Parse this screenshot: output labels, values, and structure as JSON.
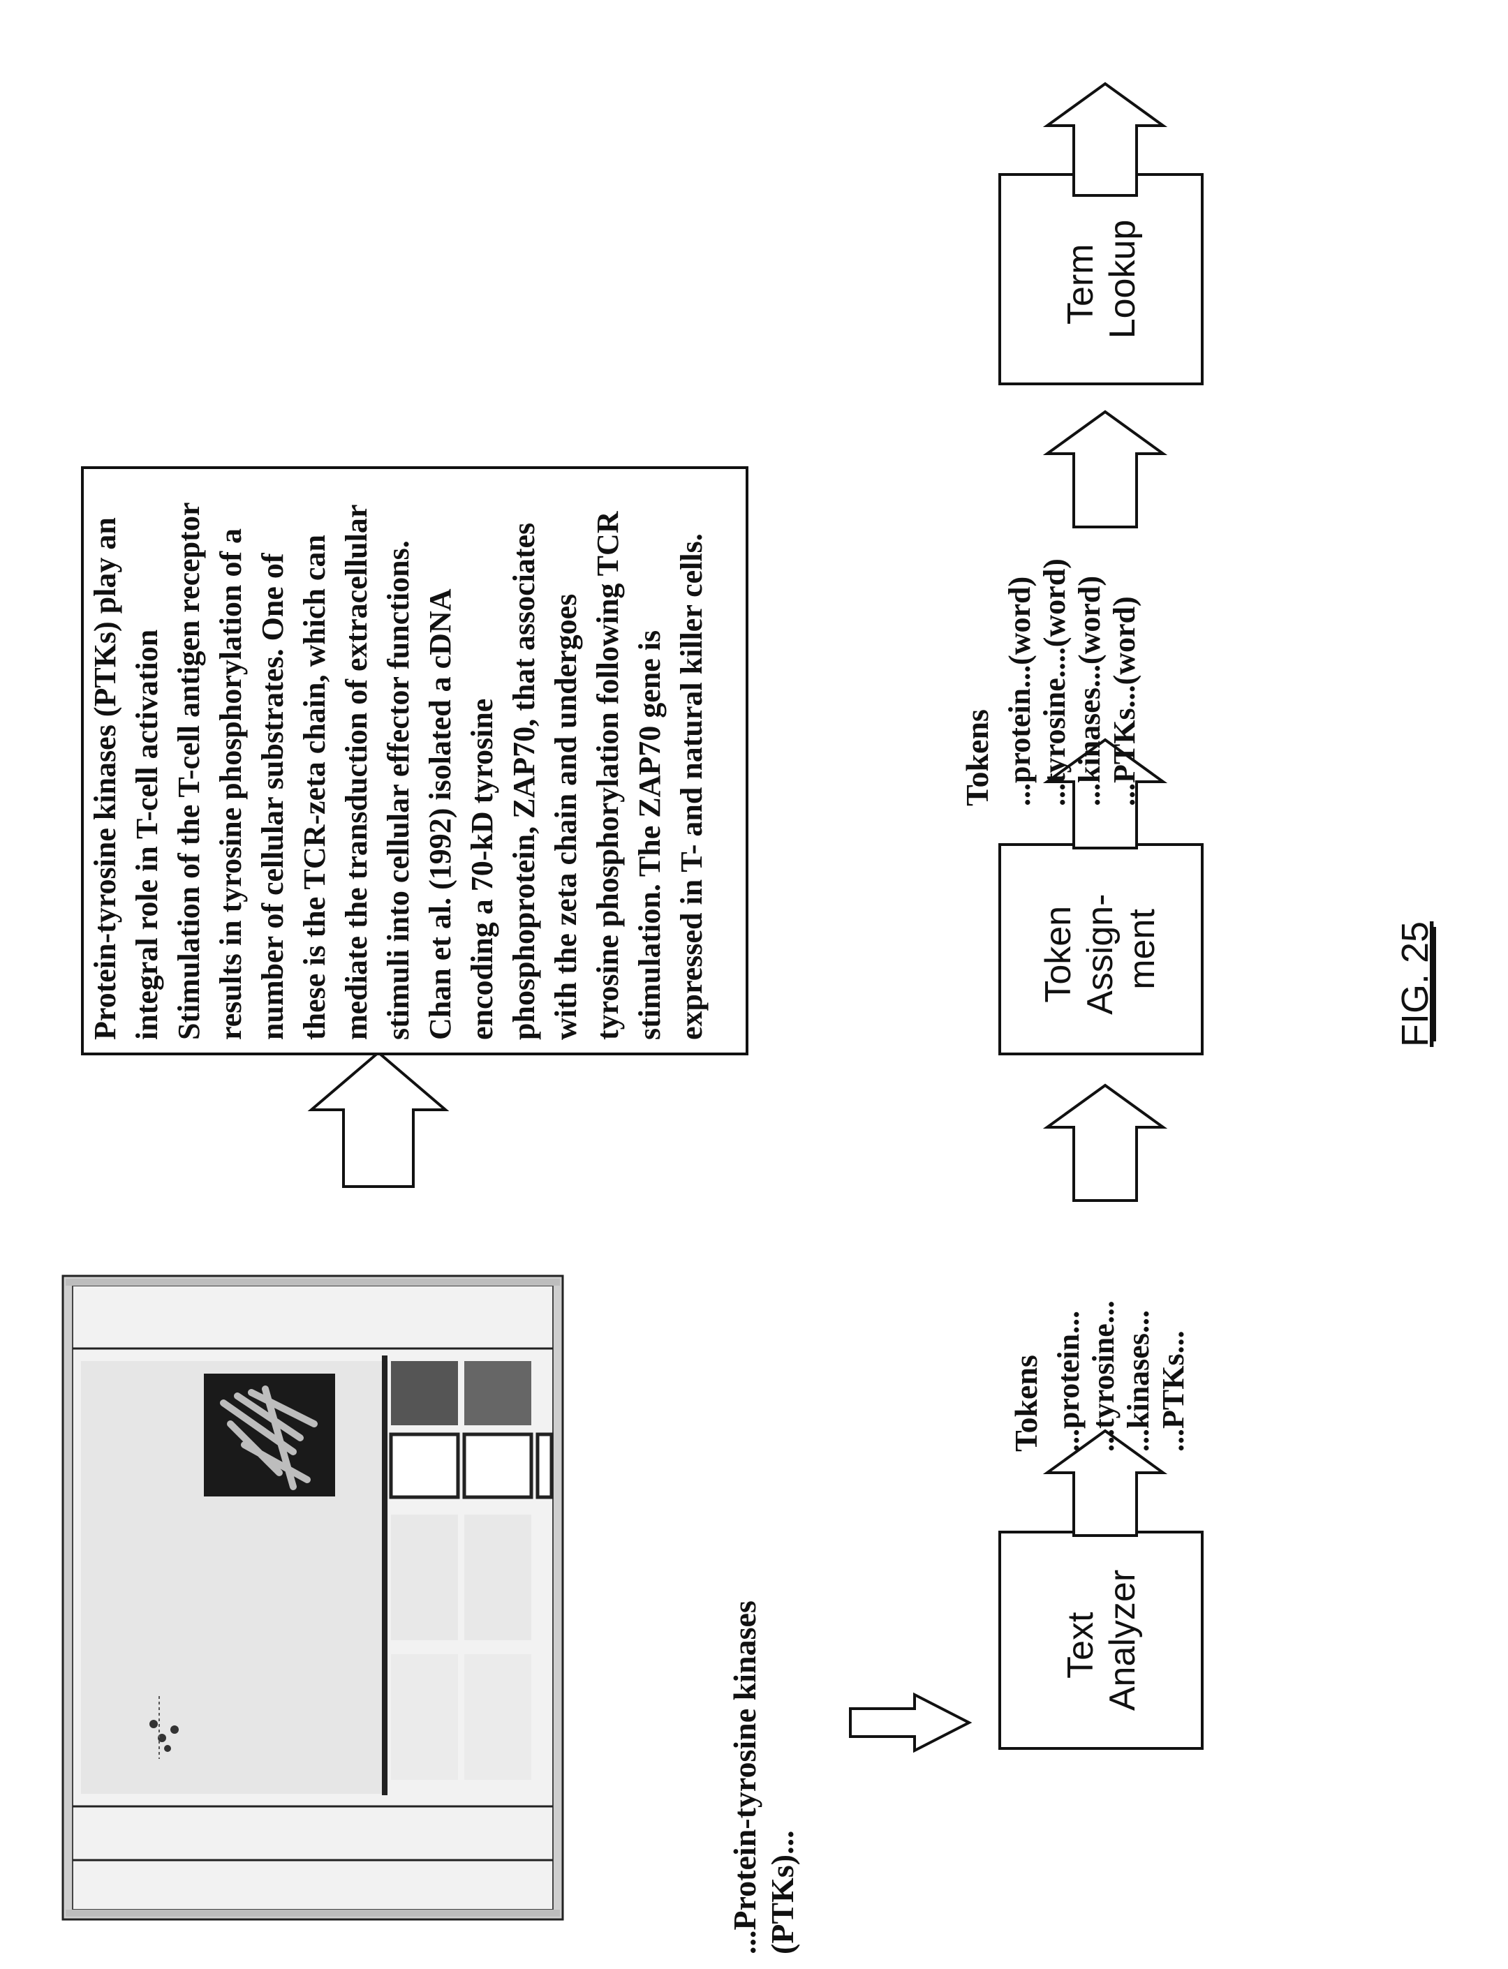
{
  "figure_label": "FIG. 25",
  "snippet": {
    "line1": "...Protein-tyrosine kinases",
    "line2": "(PTKs)..."
  },
  "document_text": [
    "Protein-tyrosine kinases (PTKs) play an",
    "integral role in T-cell activation",
    "Stimulation of the T-cell antigen receptor",
    "results in tyrosine phosphorylation of a",
    "number of cellular substrates. One of",
    "these is the TCR-zeta chain, which can",
    "mediate the transduction of extracellular",
    "stimuli into cellular effector functions.",
    "Chan et al. (1992) isolated a cDNA",
    "encoding a 70-kD tyrosine",
    "phosphoprotein, ZAP70, that associates",
    "with the zeta chain and undergoes",
    "tyrosine phosphorylation following TCR",
    "stimulation. The ZAP70 gene is",
    "expressed in T- and natural killer cells."
  ],
  "boxes": {
    "text_analyzer": {
      "line1": "Text",
      "line2": "Analyzer"
    },
    "token_assignment": {
      "line1": "Token",
      "line2": "Assign-",
      "line3": "ment"
    },
    "term_lookup": {
      "line1": "Term",
      "line2": "Lookup"
    }
  },
  "tokens_1": {
    "heading": "Tokens",
    "items": [
      "...protein...",
      "...tyrosine...",
      "...kinases...",
      "...PTKs..."
    ]
  },
  "tokens_2": {
    "heading": "Tokens",
    "items": [
      "...protein...(word)",
      "...tyrosine....(word)",
      "...kinases...(word)",
      "...PTKs...(word)"
    ]
  }
}
